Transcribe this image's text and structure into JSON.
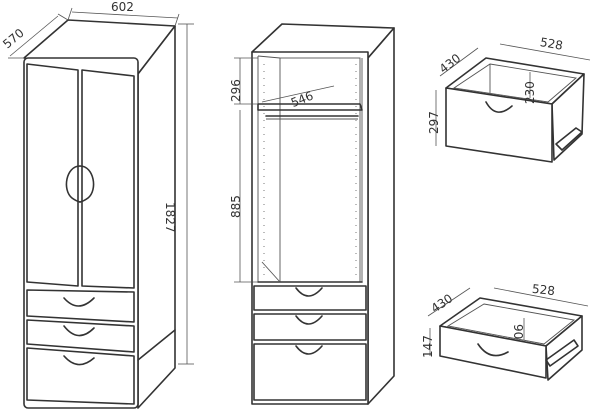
{
  "dimensions": {
    "wardrobe_width": "602",
    "wardrobe_depth": "570",
    "wardrobe_height": "1827",
    "shelf_height": "296",
    "inner_width": "546",
    "hanging_height": "885",
    "large_drawer_depth": "430",
    "large_drawer_width": "528",
    "large_drawer_front_height": "297",
    "large_drawer_inner_height": "230",
    "small_drawer_depth": "430",
    "small_drawer_width": "528",
    "small_drawer_front_height": "147",
    "small_drawer_inner_height": "90"
  }
}
